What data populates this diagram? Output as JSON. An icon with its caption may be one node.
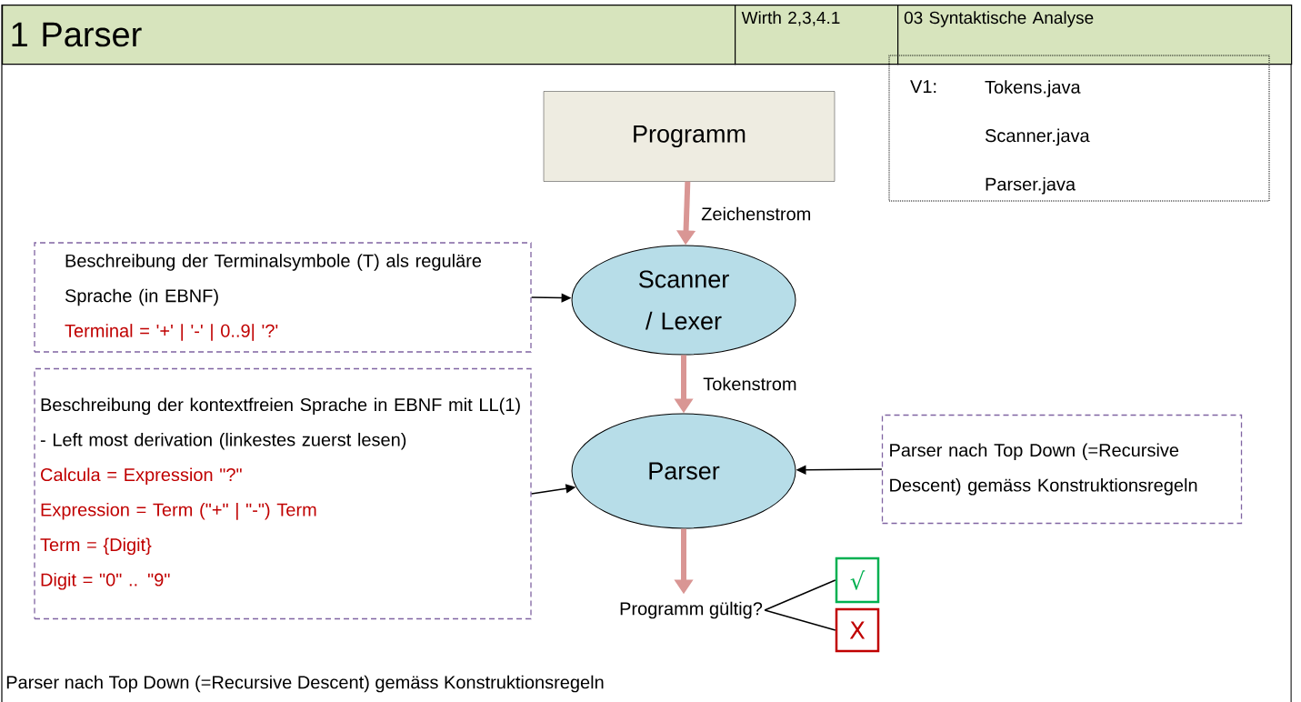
{
  "diagram": {
    "title": "1 Parser",
    "nodes": [
      {
        "text": [
          "Programm"
        ]
      },
      {
        "text": [
          "V1:",
          "Tokens.java",
          "Scanner.java",
          "Parser.java"
        ]
      },
      {
        "text": [
          "Scanner / Lexer"
        ]
      },
      {
        "text": [
          "Beschreibung der Terminalsymbole (T) als reguläre Sprache (in EBNF)",
          "Terminal = '+' | '-' | 0..9| '?'"
        ]
      },
      {
        "text": [
          "Parser"
        ]
      },
      {
        "text": [
          "Beschreibung der kontextfreien Sprache in EBNF mit LL(1) - Left most derivation (linkestes zuerst lesen)",
          "Calcula = Expression \"?\"",
          "Expression = Term (\"+\" | \"-\") Term",
          "Term = {Digit}",
          "Digit = \"0\" .. \"9\""
        ]
      },
      {
        "text": [
          "Parser nach Top Down (=Recursive Descent) gemäss Konstruktionsregeln"
        ]
      },
      {
        "text": [
          "Programm gültig?"
        ]
      },
      {
        "text": [
          "√"
        ]
      },
      {
        "text": [
          "X"
        ]
      }
    ],
    "edges": [
      {
        "from": 0,
        "to": 2,
        "arrow": "to",
        "label": "Zeichenstrom",
        "style": "thick",
        "color": "#d99694"
      },
      {
        "from": 3,
        "to": 2,
        "arrow": "to"
      },
      {
        "from": 2,
        "to": 4,
        "arrow": "to",
        "label": "Tokenstrom",
        "style": "thick",
        "color": "#d99694"
      },
      {
        "from": 5,
        "to": 4,
        "arrow": "to"
      },
      {
        "from": 6,
        "to": 4,
        "arrow": "to"
      },
      {
        "from": 4,
        "to": 7,
        "arrow": "to",
        "style": "thick",
        "color": "#d99694"
      },
      {
        "from": 7,
        "to": 8,
        "arrow": "none"
      },
      {
        "from": 7,
        "to": 9,
        "arrow": "none"
      }
    ],
    "labels": [
      "Wirth 2,3,4.1",
      "03 Syntaktische Analyse",
      "Parser nach Top Down (=Recursive Descent) gemäss Konstruktionsregeln"
    ]
  }
}
